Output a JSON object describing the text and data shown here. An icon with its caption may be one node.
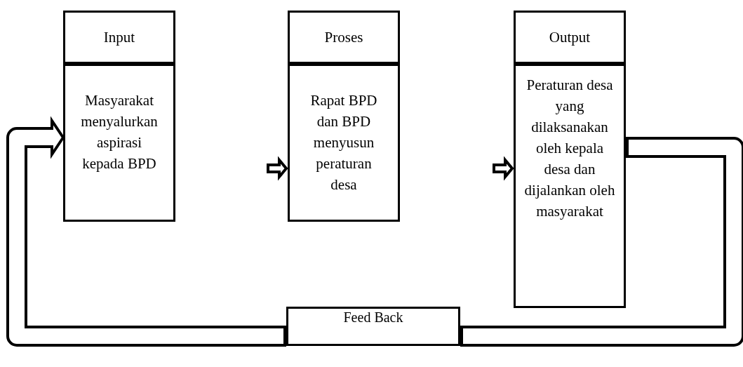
{
  "diagram": {
    "nodes": [
      {
        "text": [
          "Input"
        ]
      },
      {
        "text": [
          "Masyarakat menyalurkan aspirasi kepada BPD"
        ]
      },
      {
        "text": [
          "Proses"
        ]
      },
      {
        "text": [
          "Rapat BPD dan BPD menyusun peraturan desa"
        ]
      },
      {
        "text": [
          "Output"
        ]
      },
      {
        "text": [
          "Peraturan desa yang dilaksanakan oleh kepala desa dan dijalankan oleh masyarakat"
        ]
      },
      {
        "text": [
          "Feed Back"
        ]
      }
    ],
    "edges": [
      {
        "from": null,
        "to": 3,
        "arrow": "to"
      },
      {
        "from": null,
        "to": 5,
        "arrow": "to"
      },
      {
        "from": 5,
        "to": 6,
        "arrow": "none",
        "style": "thick"
      },
      {
        "from": 6,
        "to": 1,
        "arrow": "to",
        "style": "thick"
      }
    ]
  }
}
